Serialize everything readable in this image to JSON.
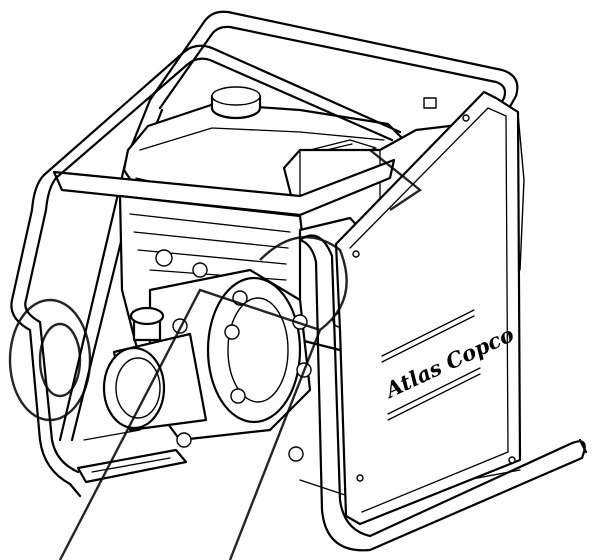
{
  "product": {
    "brand_logo_text": "Atlas Copco",
    "brand_color": "#000000",
    "background_color": "#ffffff"
  },
  "parts": {
    "protective_frame": "roll-cage-frame",
    "engine": "engine-block",
    "fuel_tank": "fuel-tank",
    "pump_outlet": "pump-outlet-pipe",
    "side_panel": "side-cover-panel",
    "watermark": "watermark-text"
  }
}
